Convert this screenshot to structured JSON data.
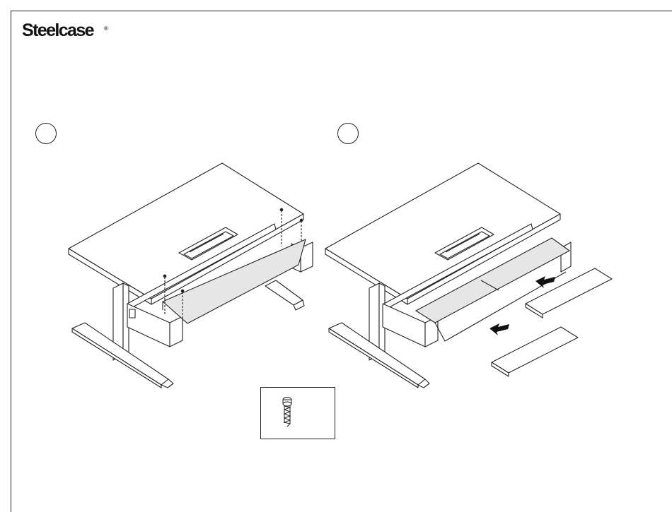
{
  "brand": {
    "name": "Steelcase",
    "registered_mark": "®"
  },
  "steps": [
    {
      "id": "step-1",
      "number": ""
    },
    {
      "id": "step-2",
      "number": ""
    }
  ],
  "illustrations": [
    {
      "id": "illus-1",
      "icon": "desk-privacy-panel-screws-icon"
    },
    {
      "id": "illus-2",
      "icon": "desk-modesty-panel-slide-in-icon"
    }
  ],
  "hardware": {
    "icon": "screw-icon"
  },
  "colors": {
    "line": "#222222",
    "panel_fill": "#e6e6e6",
    "background": "#ffffff"
  }
}
